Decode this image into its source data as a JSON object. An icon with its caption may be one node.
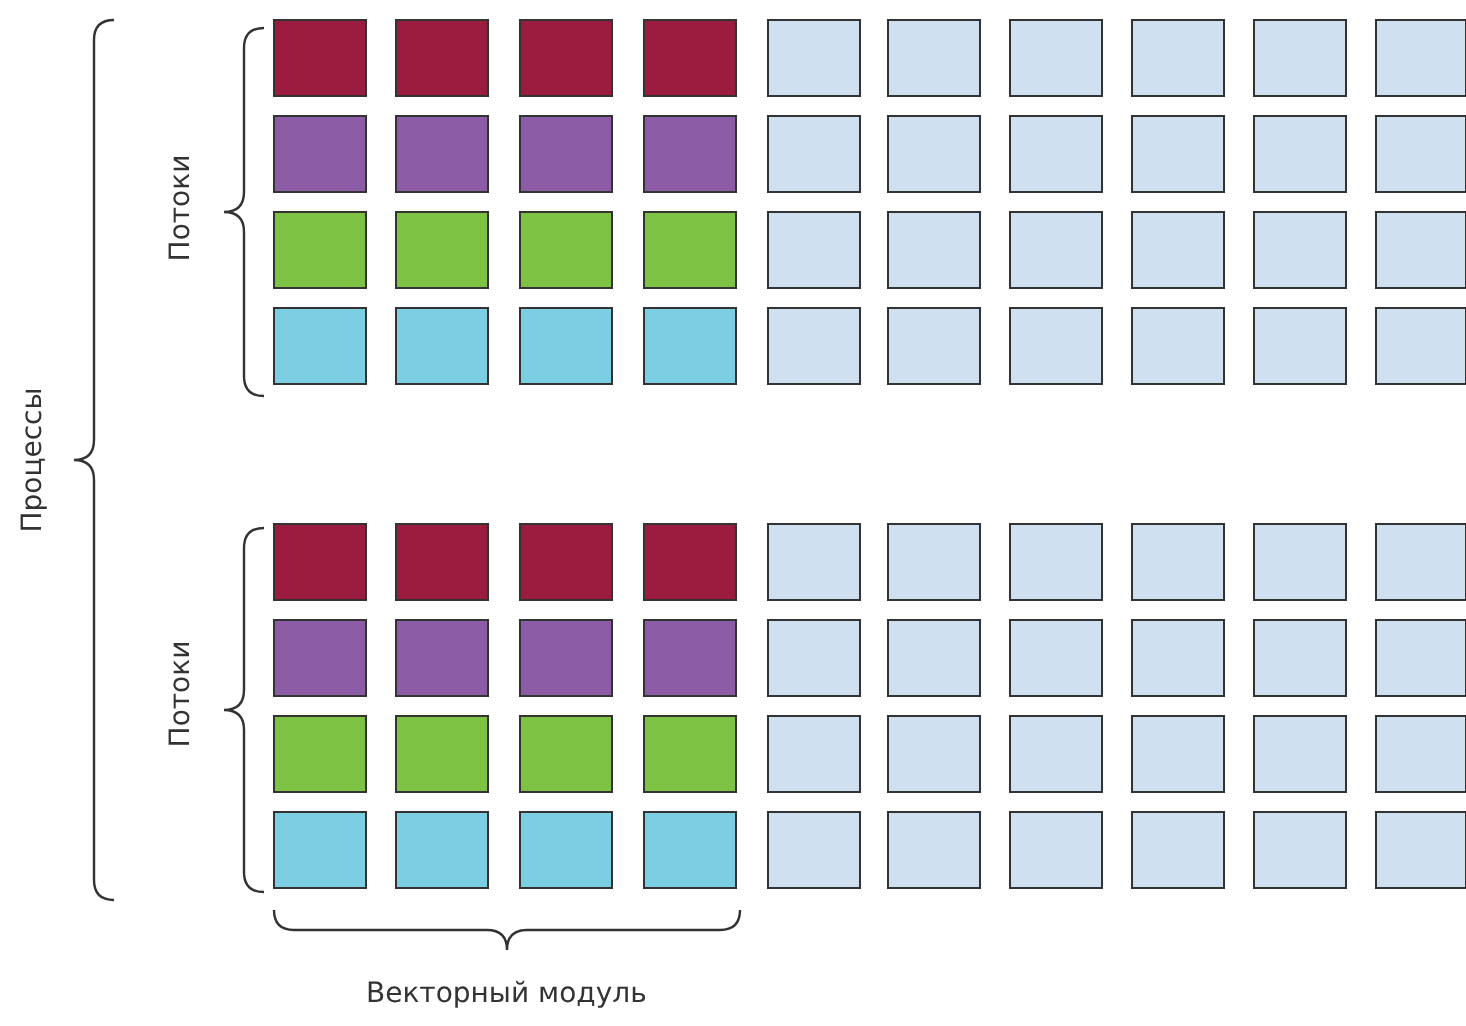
{
  "diagram": {
    "labels": [
      "Процессы",
      "Потоки",
      "Потоки",
      "Векторный модуль"
    ]
  }
}
